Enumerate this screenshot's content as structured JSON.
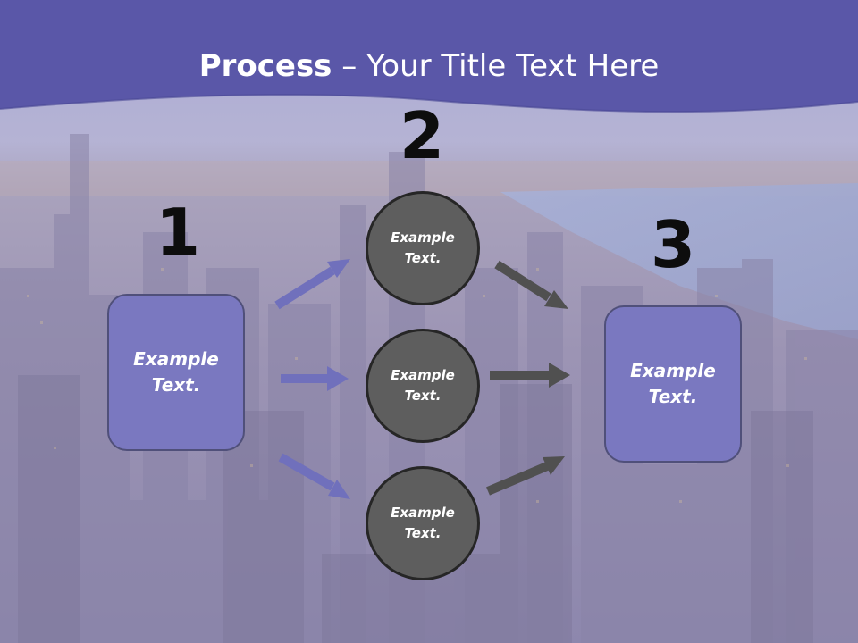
{
  "title": {
    "bold": "Process",
    "rest": " – Your Title Text Here"
  },
  "steps": [
    {
      "number": "1",
      "text": "Example\nText."
    },
    {
      "number": "2"
    },
    {
      "number": "3",
      "text": "Example\nText."
    }
  ],
  "circles": [
    {
      "text": "Example\nText."
    },
    {
      "text": "Example\nText."
    },
    {
      "text": "Example\nText."
    }
  ],
  "colors": {
    "header_band": "#5a57a8",
    "box_fill": "#7a78c0",
    "circle_fill": "#5e5e5e",
    "arrow_blue": "#7070bc",
    "arrow_gray": "#505050"
  }
}
